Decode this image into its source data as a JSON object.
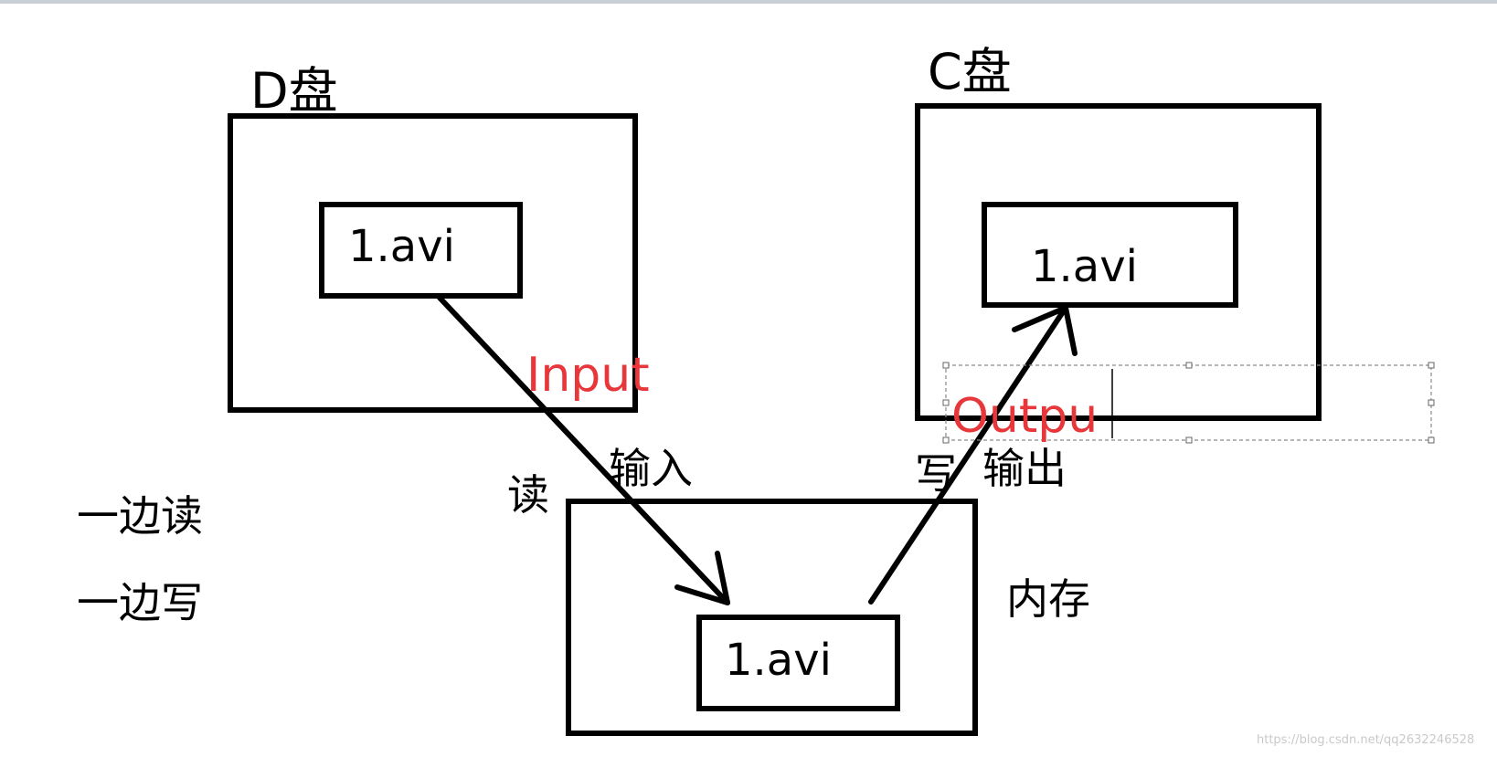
{
  "disks": {
    "d_label": "D盘",
    "c_label": "C盘"
  },
  "files": {
    "d_file": "1.avi",
    "c_file": "1.avi",
    "memory_file": "1.avi"
  },
  "labels": {
    "input": "Input",
    "input_cn": "输入",
    "read": "读",
    "output_partial": "Outpu",
    "write": "写",
    "output_cn": "输出",
    "memory": "内存",
    "read_while": "一边读",
    "write_while": "一边写"
  },
  "watermark": "https://blog.csdn.net/qq2632246528",
  "colors": {
    "stroke": "#000000",
    "red_text": "#e8373a",
    "selection": "#8a8a8a"
  }
}
